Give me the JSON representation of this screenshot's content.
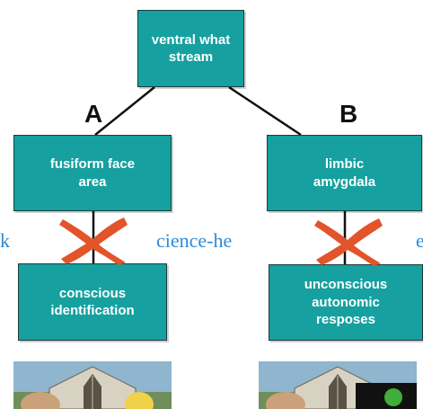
{
  "nodes": {
    "top": "ventral what\nstream",
    "left_mid": "fusiform face\narea",
    "right_mid": "limbic\namygdala",
    "left_bottom": "conscious\nidentification",
    "right_bottom": "unconscious\nautonomic\nresposes"
  },
  "pathway_labels": {
    "left": "A",
    "right": "B"
  },
  "overlay_text": {
    "left": "k",
    "middle": "cience-he",
    "right": "e"
  },
  "colors": {
    "box_fill": "#16a0a0",
    "box_border": "#1e3a3a",
    "connector": "#111111",
    "cross": "#e2542a",
    "overlay_text": "#2e8bd6"
  },
  "icons": {
    "cross": "red-x-icon"
  }
}
